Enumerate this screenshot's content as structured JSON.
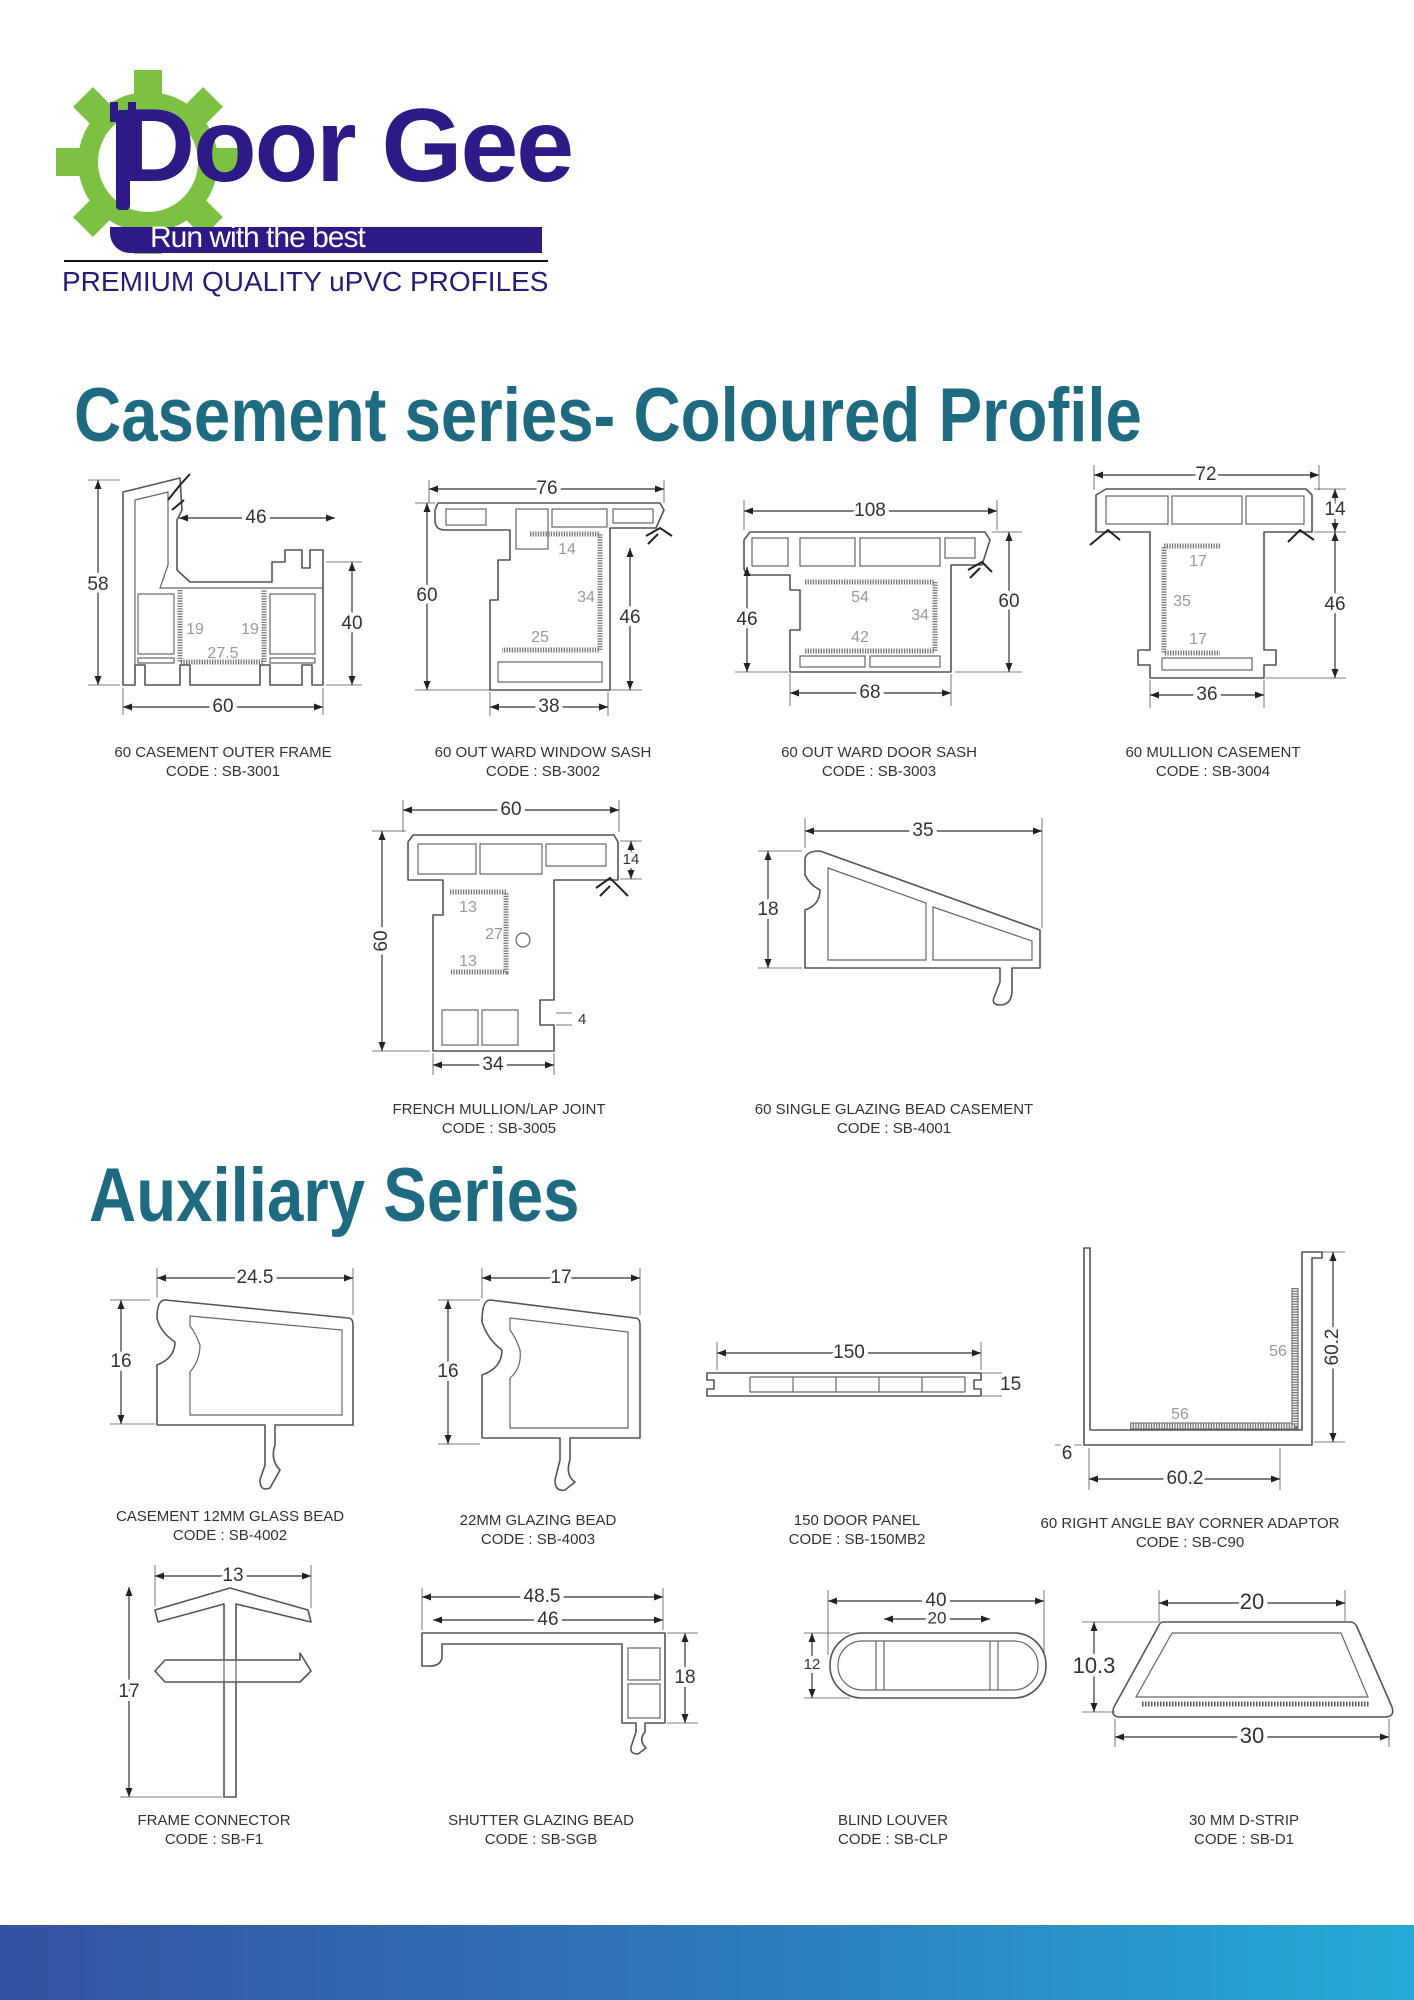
{
  "logo": {
    "brand_part1": "Door",
    "brand_part2": "Gee",
    "tagline": "Run with the best",
    "colors": {
      "green": "#7dc142",
      "purple": "#2e1a87"
    }
  },
  "subtitle": "PREMIUM QUALITY uPVC PROFILES",
  "sections": [
    {
      "title": "Casement series- Coloured Profile"
    },
    {
      "title": "Auxiliary Series"
    }
  ],
  "accent_color": "#1e6a80",
  "profiles": [
    {
      "name": "60 CASEMENT OUTER FRAME",
      "code": "CODE : SB-3001",
      "dims": [
        "58",
        "46",
        "40",
        "60"
      ],
      "inner": [
        "19",
        "19",
        "27.5"
      ]
    },
    {
      "name": "60 OUT WARD WINDOW SASH",
      "code": "CODE : SB-3002",
      "dims": [
        "76",
        "60",
        "46",
        "38"
      ],
      "inner": [
        "14",
        "34",
        "25"
      ]
    },
    {
      "name": "60 OUT WARD DOOR SASH",
      "code": "CODE : SB-3003",
      "dims": [
        "108",
        "46",
        "60",
        "68"
      ],
      "inner": [
        "54",
        "34",
        "42"
      ]
    },
    {
      "name": "60 MULLION CASEMENT",
      "code": "CODE : SB-3004",
      "dims": [
        "72",
        "14",
        "46",
        "36"
      ],
      "inner": [
        "17",
        "35",
        "17"
      ]
    },
    {
      "name": "FRENCH MULLION/LAP JOINT",
      "code": "CODE : SB-3005",
      "dims": [
        "60",
        "60",
        "14",
        "34",
        "4"
      ],
      "inner": [
        "13",
        "27",
        "13"
      ]
    },
    {
      "name": "60 SINGLE GLAZING BEAD CASEMENT",
      "code": "CODE : SB-4001",
      "dims": [
        "35",
        "18"
      ]
    },
    {
      "name": "CASEMENT 12MM GLASS BEAD",
      "code": "CODE : SB-4002",
      "dims": [
        "24.5",
        "16"
      ]
    },
    {
      "name": "22MM GLAZING BEAD",
      "code": "CODE : SB-4003",
      "dims": [
        "17",
        "16"
      ]
    },
    {
      "name": "150 DOOR PANEL",
      "code": "CODE : SB-150MB2",
      "dims": [
        "150",
        "15"
      ]
    },
    {
      "name": "60 RIGHT ANGLE BAY CORNER ADAPTOR",
      "code": "CODE : SB-C90",
      "dims": [
        "60.2",
        "60.2",
        "6"
      ],
      "inner": [
        "56",
        "56"
      ]
    },
    {
      "name": "FRAME CONNECTOR",
      "code": "CODE : SB-F1",
      "dims": [
        "13",
        "17"
      ]
    },
    {
      "name": "SHUTTER GLAZING BEAD",
      "code": "CODE : SB-SGB",
      "dims": [
        "48.5",
        "46",
        "18"
      ]
    },
    {
      "name": "BLIND LOUVER",
      "code": "CODE : SB-CLP",
      "dims": [
        "40",
        "20",
        "12"
      ]
    },
    {
      "name": "30 MM D-STRIP",
      "code": "CODE : SB-D1",
      "dims": [
        "20",
        "10.3",
        "30"
      ]
    }
  ]
}
